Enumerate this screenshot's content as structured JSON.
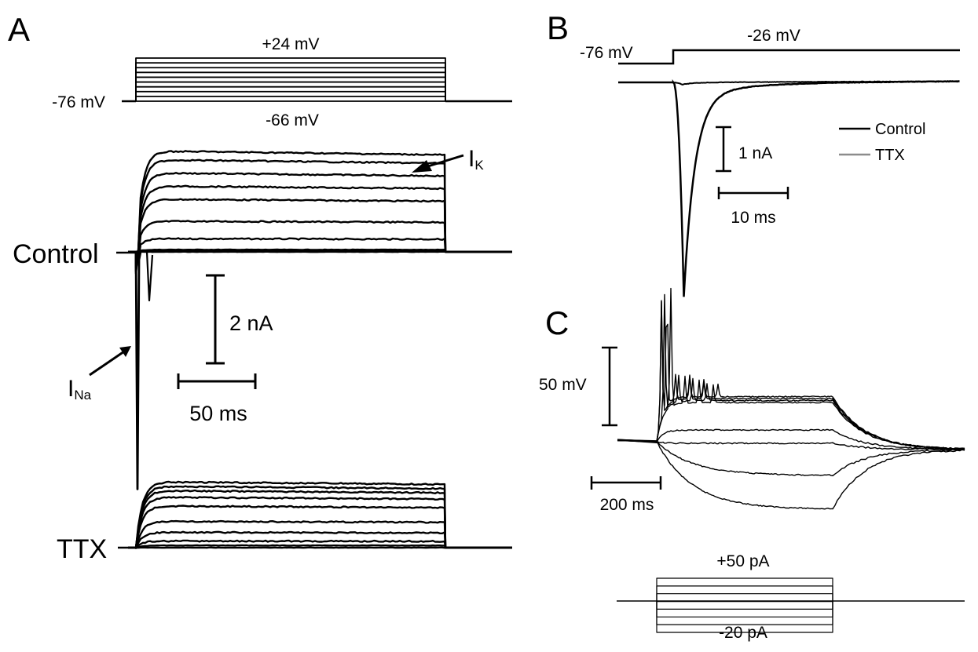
{
  "panels": {
    "a": "A",
    "b": "B",
    "c": "C"
  },
  "chart_data": [
    {
      "panel": "A",
      "type": "line",
      "protocol": {
        "hold_label": "-76 mV",
        "step_top_label": "+24 mV",
        "step_bottom_label": "-66 mV",
        "hold_mV": -76,
        "steps_mV": [
          -66,
          -56,
          -46,
          -36,
          -26,
          -16,
          -6,
          4,
          14,
          24
        ],
        "step_duration_ms": 200
      },
      "traces": [
        {
          "name": "Control",
          "sodium_label_main": "I",
          "sodium_label_sub": "Na",
          "potassium_label_main": "I",
          "potassium_label_sub": "K",
          "steady_state_current_nA": [
            0.0,
            0.02,
            0.05,
            0.3,
            0.7,
            1.2,
            1.5,
            1.8,
            2.1,
            2.3
          ],
          "peak_inward_current_nA": -5.4
        },
        {
          "name": "TTX",
          "steady_state_current_nA": [
            0.0,
            0.05,
            0.15,
            0.35,
            0.6,
            0.95,
            1.15,
            1.3,
            1.4,
            1.5
          ]
        }
      ],
      "scalebars": {
        "current_label": "2 nA",
        "current_nA": 2,
        "time_label": "50 ms",
        "time_ms": 50
      }
    },
    {
      "panel": "B",
      "type": "line",
      "protocol": {
        "hold_label": "-76 mV",
        "step_label": "-26 mV"
      },
      "series": [
        {
          "name": "Control",
          "color": "#000000",
          "peak_current_nA": -4.7,
          "time_to_peak_ms": 1.5
        },
        {
          "name": "TTX",
          "color": "#8c8c8c",
          "peak_current_nA": -0.05
        }
      ],
      "legend": "right",
      "scalebars": {
        "current_label": "1 nA",
        "current_nA": 1,
        "time_label": "10 ms",
        "time_ms": 10
      }
    },
    {
      "panel": "C",
      "type": "line",
      "protocol": {
        "step_top_label": "+50 pA",
        "step_bottom_label": "-20 pA",
        "steps_pA": [
          -20,
          -10,
          0,
          10,
          20,
          30,
          40,
          50
        ]
      },
      "scalebars": {
        "voltage_label": "50 mV",
        "voltage_mV": 50,
        "time_label": "200 ms",
        "time_ms": 200
      }
    }
  ]
}
